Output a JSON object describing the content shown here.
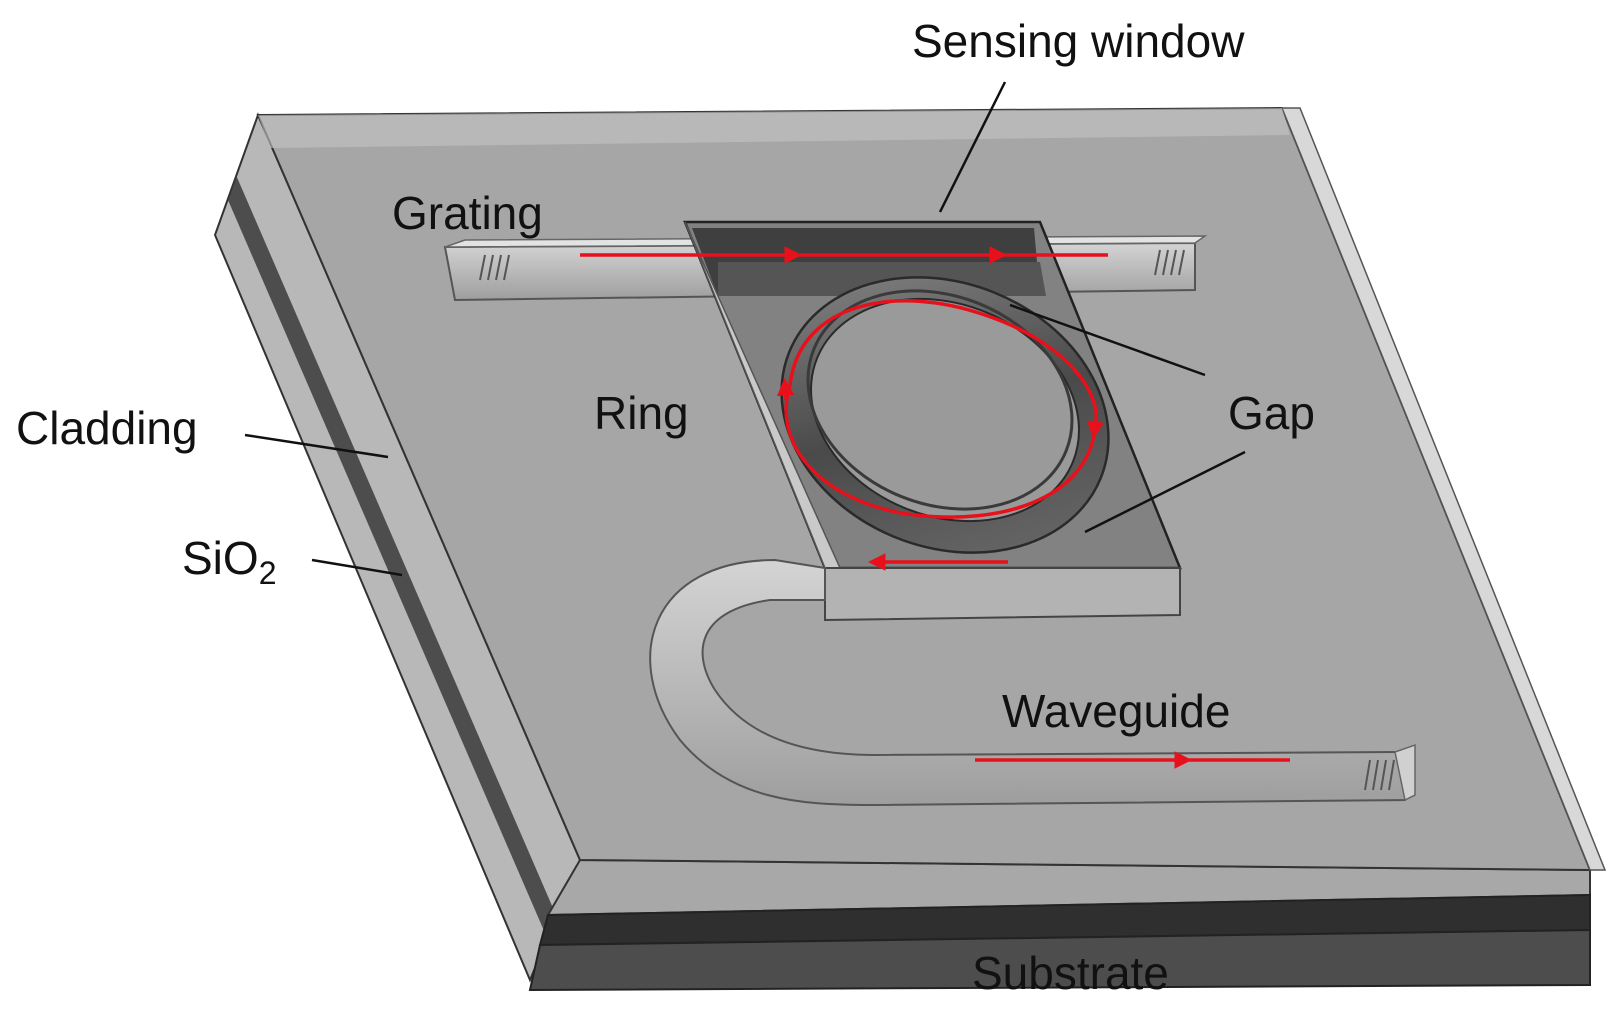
{
  "labels": {
    "sensing_window": "Sensing window",
    "grating": "Grating",
    "ring": "Ring",
    "gap": "Gap",
    "cladding": "Cladding",
    "sio2_base": "SiO",
    "sio2_sub": "2",
    "waveguide": "Waveguide",
    "substrate": "Substrate"
  },
  "colors": {
    "cladding_top": "#a6a6a6",
    "substrate": "#4d4d4d",
    "sio2_layer": "#2f2f2f",
    "window": "#828282",
    "ring": "#5a5a5a",
    "light_path": "#e8101a",
    "leader_line": "#111111"
  }
}
